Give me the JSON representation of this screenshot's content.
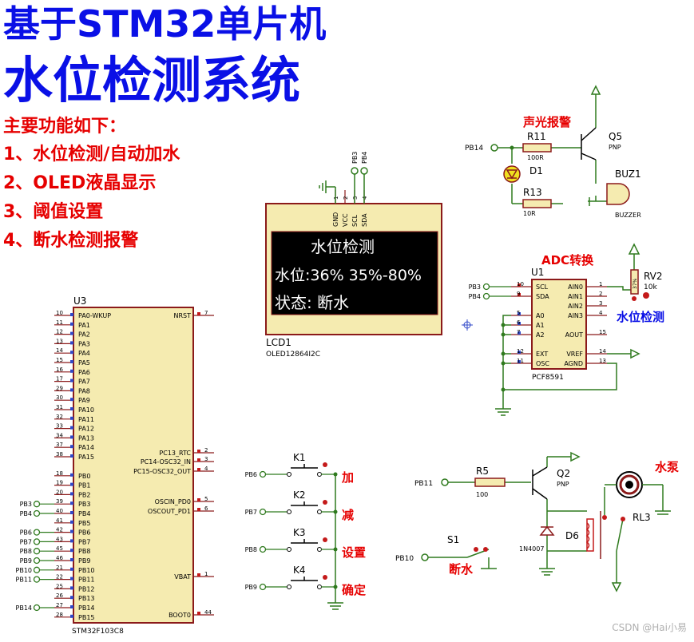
{
  "title": {
    "line1": "基于STM32单片机",
    "line2": "水位检测系统"
  },
  "features": {
    "heading": "主要功能如下：",
    "items": [
      "1、水位检测/自动加水",
      "2、OLED液晶显示",
      "3、阈值设置",
      "4、断水检测报警"
    ]
  },
  "labels": {
    "sound_light_alarm": "声光报警",
    "adc_convert": "ADC转换",
    "water_level_detect": "水位检测",
    "water_pump": "水泵",
    "water_cut": "断水",
    "btn_add": "加",
    "btn_sub": "减",
    "btn_set": "设置",
    "btn_ok": "确定"
  },
  "lcd": {
    "ref": "LCD1",
    "part": "OLED12864I2C",
    "line1": "水位检测",
    "line2": "水位:36% 35%-80%",
    "line3": "状态: 断水",
    "pins": [
      {
        "num": "1",
        "name": "GND"
      },
      {
        "num": "2",
        "name": "VCC"
      },
      {
        "num": "3",
        "name": "SCL"
      },
      {
        "num": "4",
        "name": "SDA"
      }
    ],
    "nets": [
      "PB3",
      "PB4"
    ]
  },
  "mcu": {
    "ref": "U3",
    "part": "STM32F103C8",
    "left_pins": [
      {
        "num": "10",
        "name": "PA0-WKUP",
        "net": ""
      },
      {
        "num": "11",
        "name": "PA1",
        "net": ""
      },
      {
        "num": "12",
        "name": "PA2",
        "net": ""
      },
      {
        "num": "13",
        "name": "PA3",
        "net": ""
      },
      {
        "num": "14",
        "name": "PA4",
        "net": ""
      },
      {
        "num": "15",
        "name": "PA5",
        "net": ""
      },
      {
        "num": "16",
        "name": "PA6",
        "net": ""
      },
      {
        "num": "17",
        "name": "PA7",
        "net": ""
      },
      {
        "num": "29",
        "name": "PA8",
        "net": ""
      },
      {
        "num": "30",
        "name": "PA9",
        "net": ""
      },
      {
        "num": "31",
        "name": "PA10",
        "net": ""
      },
      {
        "num": "32",
        "name": "PA11",
        "net": ""
      },
      {
        "num": "33",
        "name": "PA12",
        "net": ""
      },
      {
        "num": "34",
        "name": "PA13",
        "net": ""
      },
      {
        "num": "37",
        "name": "PA14",
        "net": ""
      },
      {
        "num": "38",
        "name": "PA15",
        "net": ""
      },
      {
        "num": "18",
        "name": "PB0",
        "net": ""
      },
      {
        "num": "19",
        "name": "PB1",
        "net": ""
      },
      {
        "num": "20",
        "name": "PB2",
        "net": ""
      },
      {
        "num": "39",
        "name": "PB3",
        "net": "PB3"
      },
      {
        "num": "40",
        "name": "PB4",
        "net": "PB4"
      },
      {
        "num": "41",
        "name": "PB5",
        "net": ""
      },
      {
        "num": "42",
        "name": "PB6",
        "net": "PB6"
      },
      {
        "num": "43",
        "name": "PB7",
        "net": "PB7"
      },
      {
        "num": "45",
        "name": "PB8",
        "net": "PB8"
      },
      {
        "num": "46",
        "name": "PB9",
        "net": "PB9"
      },
      {
        "num": "21",
        "name": "PB10",
        "net": "PB10"
      },
      {
        "num": "22",
        "name": "PB11",
        "net": "PB11"
      },
      {
        "num": "25",
        "name": "PB12",
        "net": ""
      },
      {
        "num": "26",
        "name": "PB13",
        "net": ""
      },
      {
        "num": "27",
        "name": "PB14",
        "net": "PB14"
      },
      {
        "num": "28",
        "name": "PB15",
        "net": ""
      }
    ],
    "right_pins": [
      {
        "num": "7",
        "name": "NRST"
      },
      {
        "num": "2",
        "name": "PC13_RTC"
      },
      {
        "num": "3",
        "name": "PC14-OSC32_IN"
      },
      {
        "num": "4",
        "name": "PC15-OSC32_OUT"
      },
      {
        "num": "5",
        "name": "OSCIN_PD0"
      },
      {
        "num": "6",
        "name": "OSCOUT_PD1"
      },
      {
        "num": "1",
        "name": "VBAT"
      },
      {
        "num": "44",
        "name": "BOOT0"
      }
    ]
  },
  "adc": {
    "ref": "U1",
    "part": "PCF8591",
    "left_pins": [
      {
        "num": "10",
        "name": "SCL",
        "net": "PB3"
      },
      {
        "num": "9",
        "name": "SDA",
        "net": "PB4"
      },
      {
        "num": "5",
        "name": "A0",
        "net": ""
      },
      {
        "num": "6",
        "name": "A1",
        "net": ""
      },
      {
        "num": "7",
        "name": "A2",
        "net": ""
      },
      {
        "num": "12",
        "name": "EXT",
        "net": ""
      },
      {
        "num": "11",
        "name": "OSC",
        "net": ""
      }
    ],
    "right_pins": [
      {
        "num": "1",
        "name": "AIN0"
      },
      {
        "num": "2",
        "name": "AIN1"
      },
      {
        "num": "3",
        "name": "AIN2"
      },
      {
        "num": "4",
        "name": "AIN3"
      },
      {
        "num": "15",
        "name": "AOUT"
      },
      {
        "num": "14",
        "name": "VREF"
      },
      {
        "num": "13",
        "name": "AGND"
      }
    ]
  },
  "pot": {
    "ref": "RV2",
    "value": "10k",
    "mark": "37%"
  },
  "alarm": {
    "q5": {
      "ref": "Q5",
      "type": "PNP"
    },
    "r11": {
      "ref": "R11",
      "value": "100R"
    },
    "r13": {
      "ref": "R13",
      "value": "10R"
    },
    "d1": {
      "ref": "D1"
    },
    "buzzer": {
      "ref": "BUZ1",
      "part": "BUZZER"
    },
    "net": "PB14"
  },
  "keys": [
    {
      "ref": "K1",
      "net": "PB6"
    },
    {
      "ref": "K2",
      "net": "PB7"
    },
    {
      "ref": "K3",
      "net": "PB8"
    },
    {
      "ref": "K4",
      "net": "PB9"
    }
  ],
  "pump": {
    "r5": {
      "ref": "R5",
      "value": "100"
    },
    "q2": {
      "ref": "Q2",
      "type": "PNP"
    },
    "d6": {
      "ref": "D6",
      "part": "1N4007"
    },
    "relay": {
      "ref": "RL3"
    },
    "net": "PB11"
  },
  "switch": {
    "ref": "S1",
    "net": "PB10"
  },
  "watermark": "CSDN @Hai小易",
  "colors": {
    "title_blue": "#0a10e6",
    "feature_red": "#e60000",
    "wire": "#2f7a1e",
    "component": "#8b1a1a",
    "body_fill": "#f5ebb0",
    "oled_bg": "#000000",
    "oled_text": "#ffffff"
  }
}
